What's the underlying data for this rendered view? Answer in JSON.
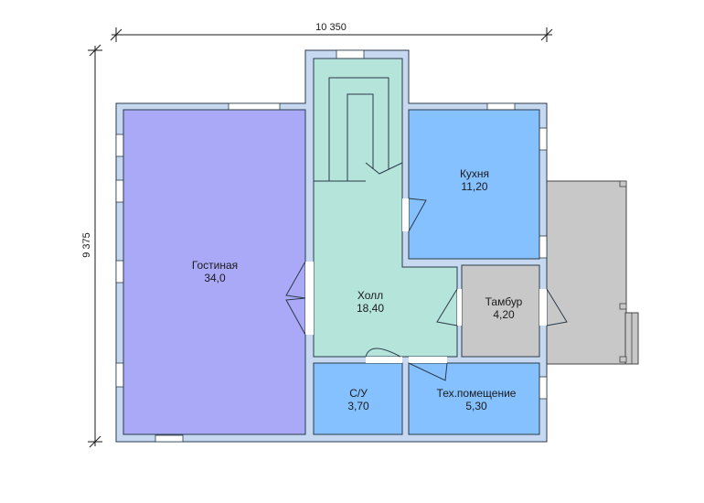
{
  "dimensions": {
    "width": "10 350",
    "height": "9 375"
  },
  "rooms": {
    "living": {
      "name": "Гостиная",
      "area": "34,0"
    },
    "kitchen": {
      "name": "Кухня",
      "area": "11,20"
    },
    "hall": {
      "name": "Холл",
      "area": "18,40"
    },
    "vestibule": {
      "name": "Тамбур",
      "area": "4,20"
    },
    "bathroom": {
      "name": "С/У",
      "area": "3,70"
    },
    "utility": {
      "name": "Тех.помещение",
      "area": "5,30"
    }
  },
  "colors": {
    "wall": "#c6d9f1",
    "wall_stroke": "#2b3a4a",
    "living": "#a9a9f7",
    "kitchen": "#85c1ff",
    "hall": "#b5e4da",
    "vestibule": "#c8c8c8",
    "bathroom": "#85c1ff",
    "utility": "#85c1ff",
    "terrace": "#c8c8c8"
  }
}
